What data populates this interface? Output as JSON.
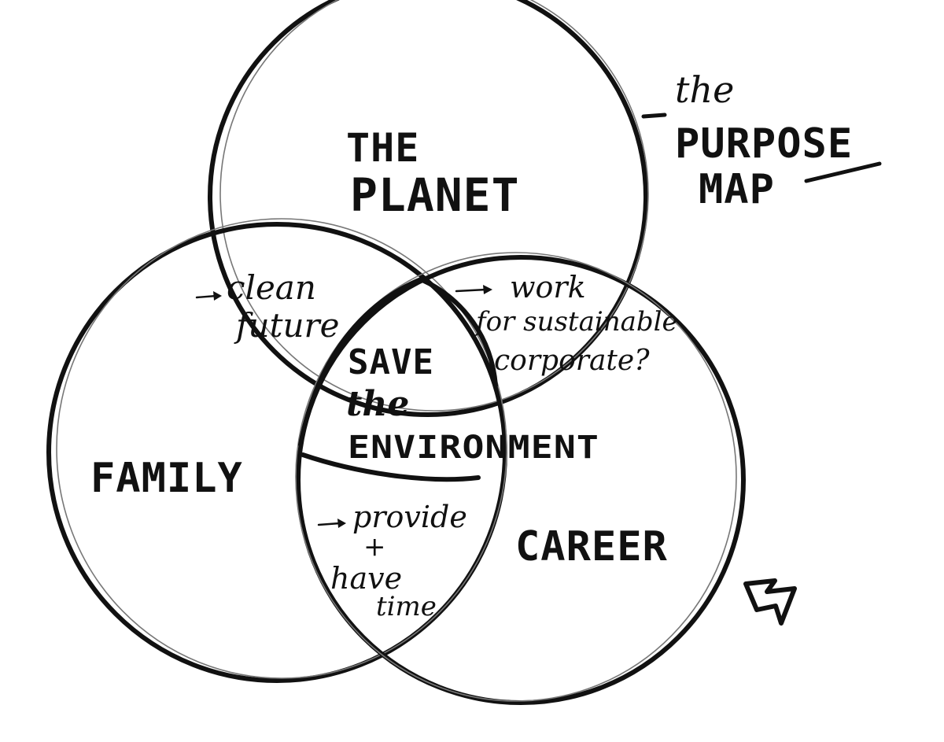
{
  "diagram": {
    "side_title": {
      "line1": "the",
      "line2": "PURPOSE",
      "line3": "MAP"
    },
    "circles": {
      "planet": {
        "line1": "THE",
        "line2": "PLANET"
      },
      "family": {
        "label": "FAMILY"
      },
      "career": {
        "label": "CAREER"
      }
    },
    "overlaps": {
      "planet_family": {
        "line1": "clean",
        "line2": "future"
      },
      "planet_career": {
        "line1": "work",
        "line2": "for sustainable",
        "line3": "corporate?"
      },
      "family_career": {
        "line1": "provide",
        "line2": "+",
        "line3": "have",
        "line4": "time"
      }
    },
    "center": {
      "line1": "SAVE",
      "line2": "the",
      "line3": "ENVIRONMENT"
    },
    "icons": [
      "lightning-bolt-icon",
      "arrow-icon"
    ],
    "colors": {
      "ink": "#111111",
      "paper": "#ffffff"
    }
  }
}
